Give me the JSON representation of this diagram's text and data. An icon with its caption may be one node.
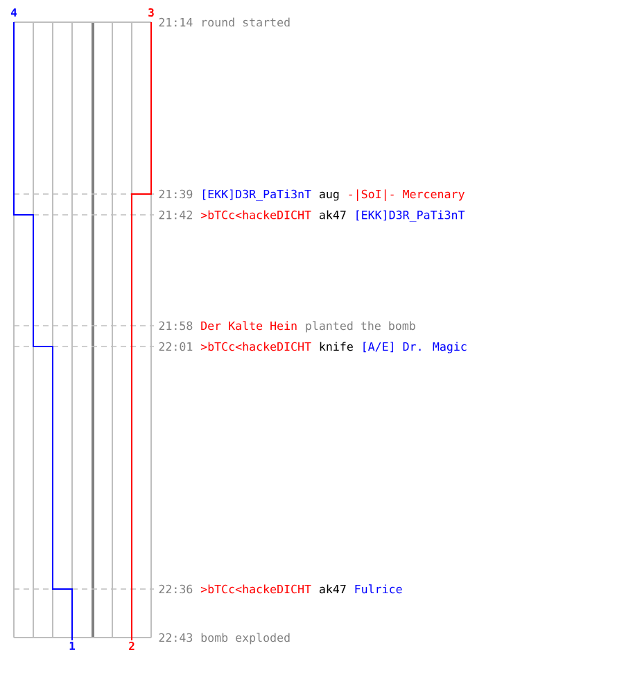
{
  "diagram": {
    "labels": [
      "4",
      "3",
      "21:14",
      "round started",
      "21:39",
      "[EKK]D3R_PaTi3nT",
      "aug",
      "-|SoI|- Mercenary",
      "21:42",
      ">bTCc<hackeDICHT",
      "ak47",
      "[EKK]D3R_PaTi3nT",
      "21:58",
      "Der Kalte Hein",
      "planted the bomb",
      "22:01",
      ">bTCc<hackeDICHT",
      "knife",
      "[A/E] Dr. Magic",
      "22:36",
      ">bTCc<hackeDICHT",
      "ak47",
      "Fulrice",
      "22:43",
      "bomb exploded",
      "1",
      "2"
    ]
  }
}
